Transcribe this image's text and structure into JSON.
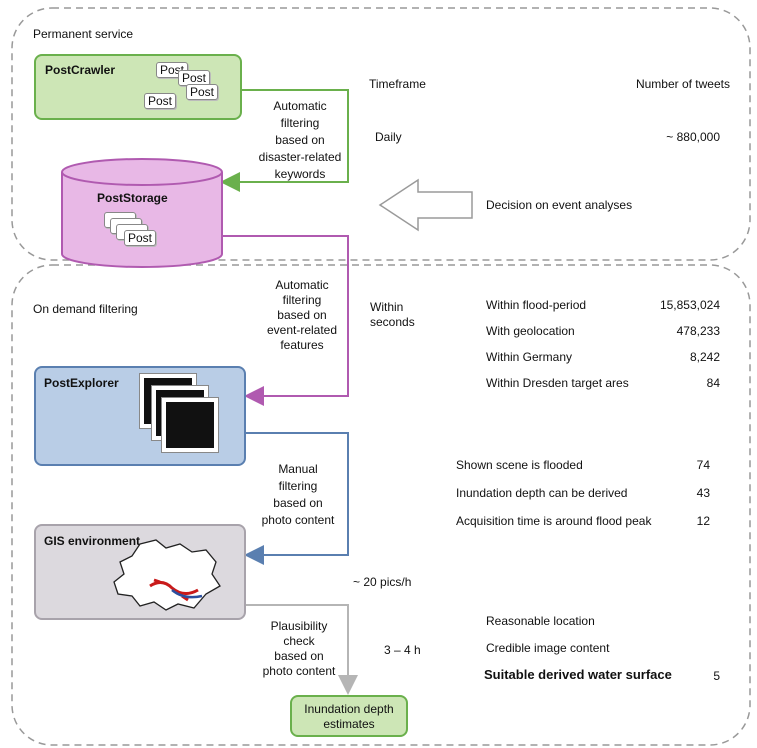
{
  "permanent": {
    "title": "Permanent service",
    "postcrawler": {
      "label": "PostCrawler",
      "cards": [
        "Post",
        "Post",
        "Post",
        "Post"
      ]
    },
    "filter_label": [
      "Automatic",
      "filtering",
      "based on",
      "disaster-related",
      "keywords"
    ],
    "poststorage": {
      "label": "PostStorage",
      "card": "Post"
    },
    "timeframe_header": "Timeframe",
    "tweets_header": "Number of tweets",
    "timeframe_value": "Daily",
    "tweets_value": "~ 880,000",
    "decision_label": "Decision on event analyses"
  },
  "ondemand": {
    "title": "On demand filtering",
    "filter_label": [
      "Automatic",
      "filtering",
      "based on",
      "event-related",
      "features"
    ],
    "timing1": [
      "Within",
      "seconds"
    ],
    "stats1": [
      {
        "label": "Within flood-period",
        "value": "15,853,024"
      },
      {
        "label": "With geolocation",
        "value": "478,233"
      },
      {
        "label": "Within Germany",
        "value": "8,242"
      },
      {
        "label": "Within Dresden target ares",
        "value": "84"
      }
    ],
    "postexplorer": {
      "label": "PostExplorer"
    },
    "manual_label": [
      "Manual",
      "filtering",
      "based on",
      "photo content"
    ],
    "stats2": [
      {
        "label": "Shown scene is flooded",
        "value": "74"
      },
      {
        "label": "Inundation depth can be derived",
        "value": "43"
      },
      {
        "label": "Acquisition time is around flood peak",
        "value": "12"
      }
    ],
    "gis": {
      "label": "GIS environment"
    },
    "timing2": "~ 20 pics/h",
    "plausibility_label": [
      "Plausibility",
      "check",
      "based on",
      "photo content"
    ],
    "timing3": "3 – 4 h",
    "stats3": [
      {
        "label": "Reasonable location",
        "value": ""
      },
      {
        "label": "Credible image content",
        "value": ""
      },
      {
        "label": "Suitable derived water surface",
        "value": "5"
      }
    ],
    "output": {
      "label": [
        "Inundation depth",
        "estimates"
      ]
    }
  },
  "colors": {
    "green_fill": "#cde6b6",
    "green_stroke": "#6ab04c",
    "purple_fill": "#e8b8e6",
    "purple_stroke": "#b05ab0",
    "blue_fill": "#b9cde6",
    "blue_stroke": "#5a7fb0",
    "gray_fill": "#dcd9de",
    "gray_stroke": "#a8a3ab",
    "arrow_gray": "#b5b5b5"
  }
}
